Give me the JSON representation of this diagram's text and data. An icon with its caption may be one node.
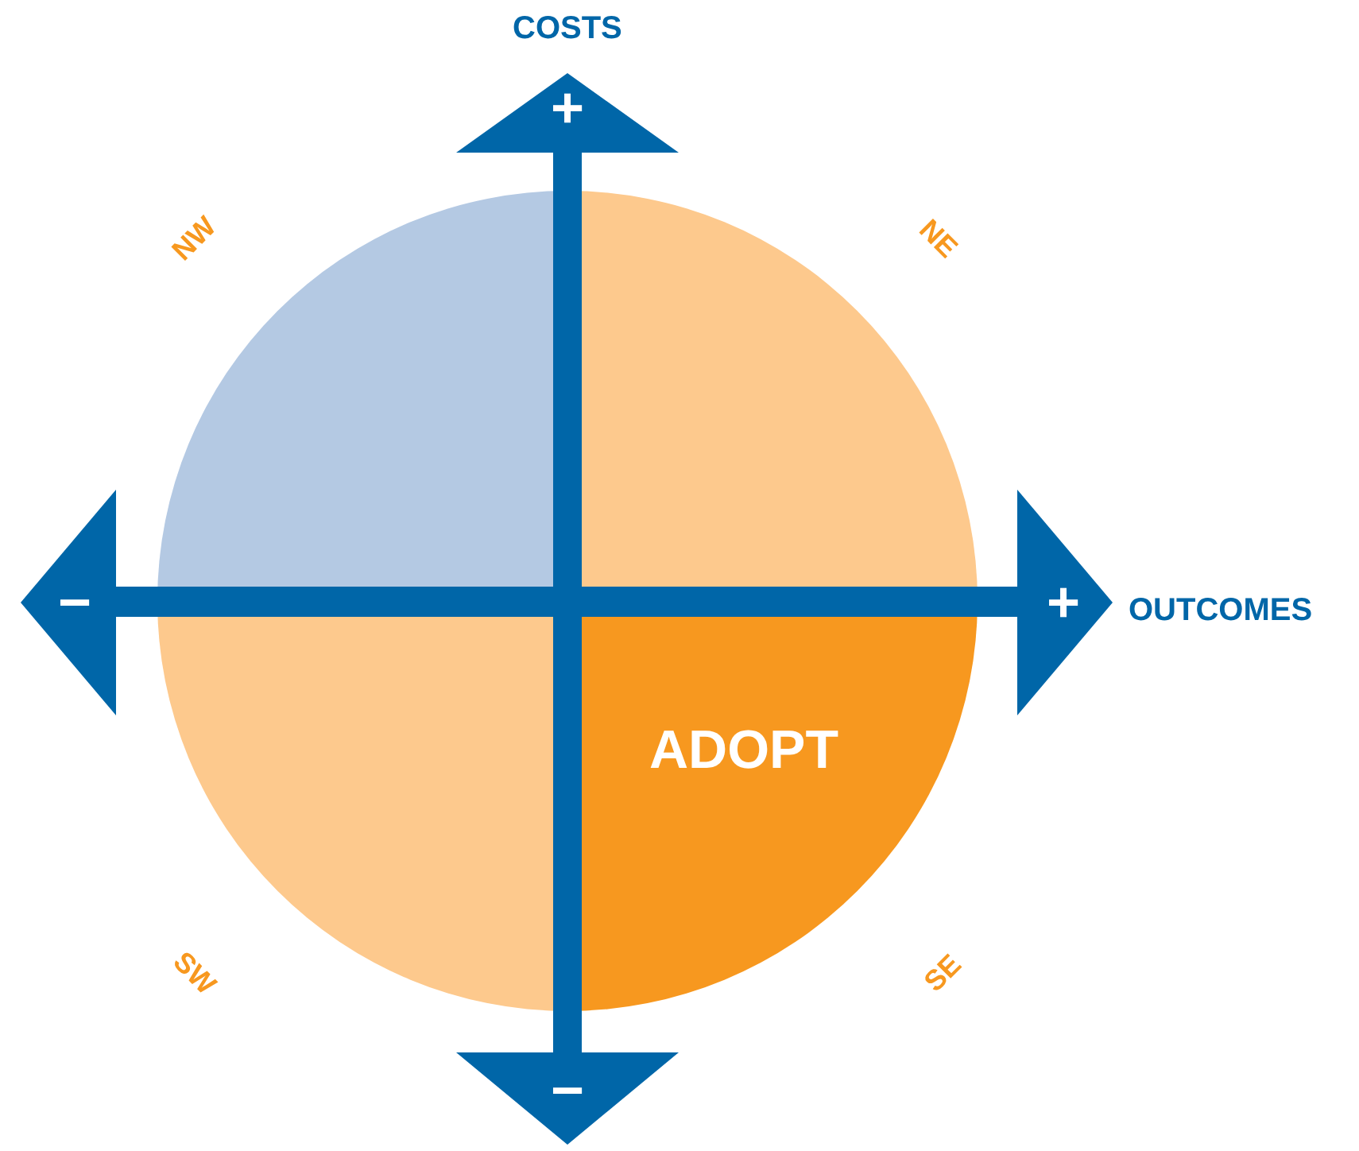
{
  "diagram": {
    "nodes": [
      {
        "text": [],
        "shape": "sector",
        "beside": [
          "NW"
        ]
      },
      {
        "text": [],
        "shape": "sector",
        "beside": [
          "NE"
        ]
      },
      {
        "text": [],
        "shape": "sector",
        "beside": [
          "SW"
        ]
      },
      {
        "text": [
          "ADOPT"
        ],
        "beside": [
          "SE"
        ]
      }
    ],
    "labels": [
      "COSTS",
      "+",
      "−",
      "+",
      "OUTCOMES",
      "−"
    ]
  }
}
